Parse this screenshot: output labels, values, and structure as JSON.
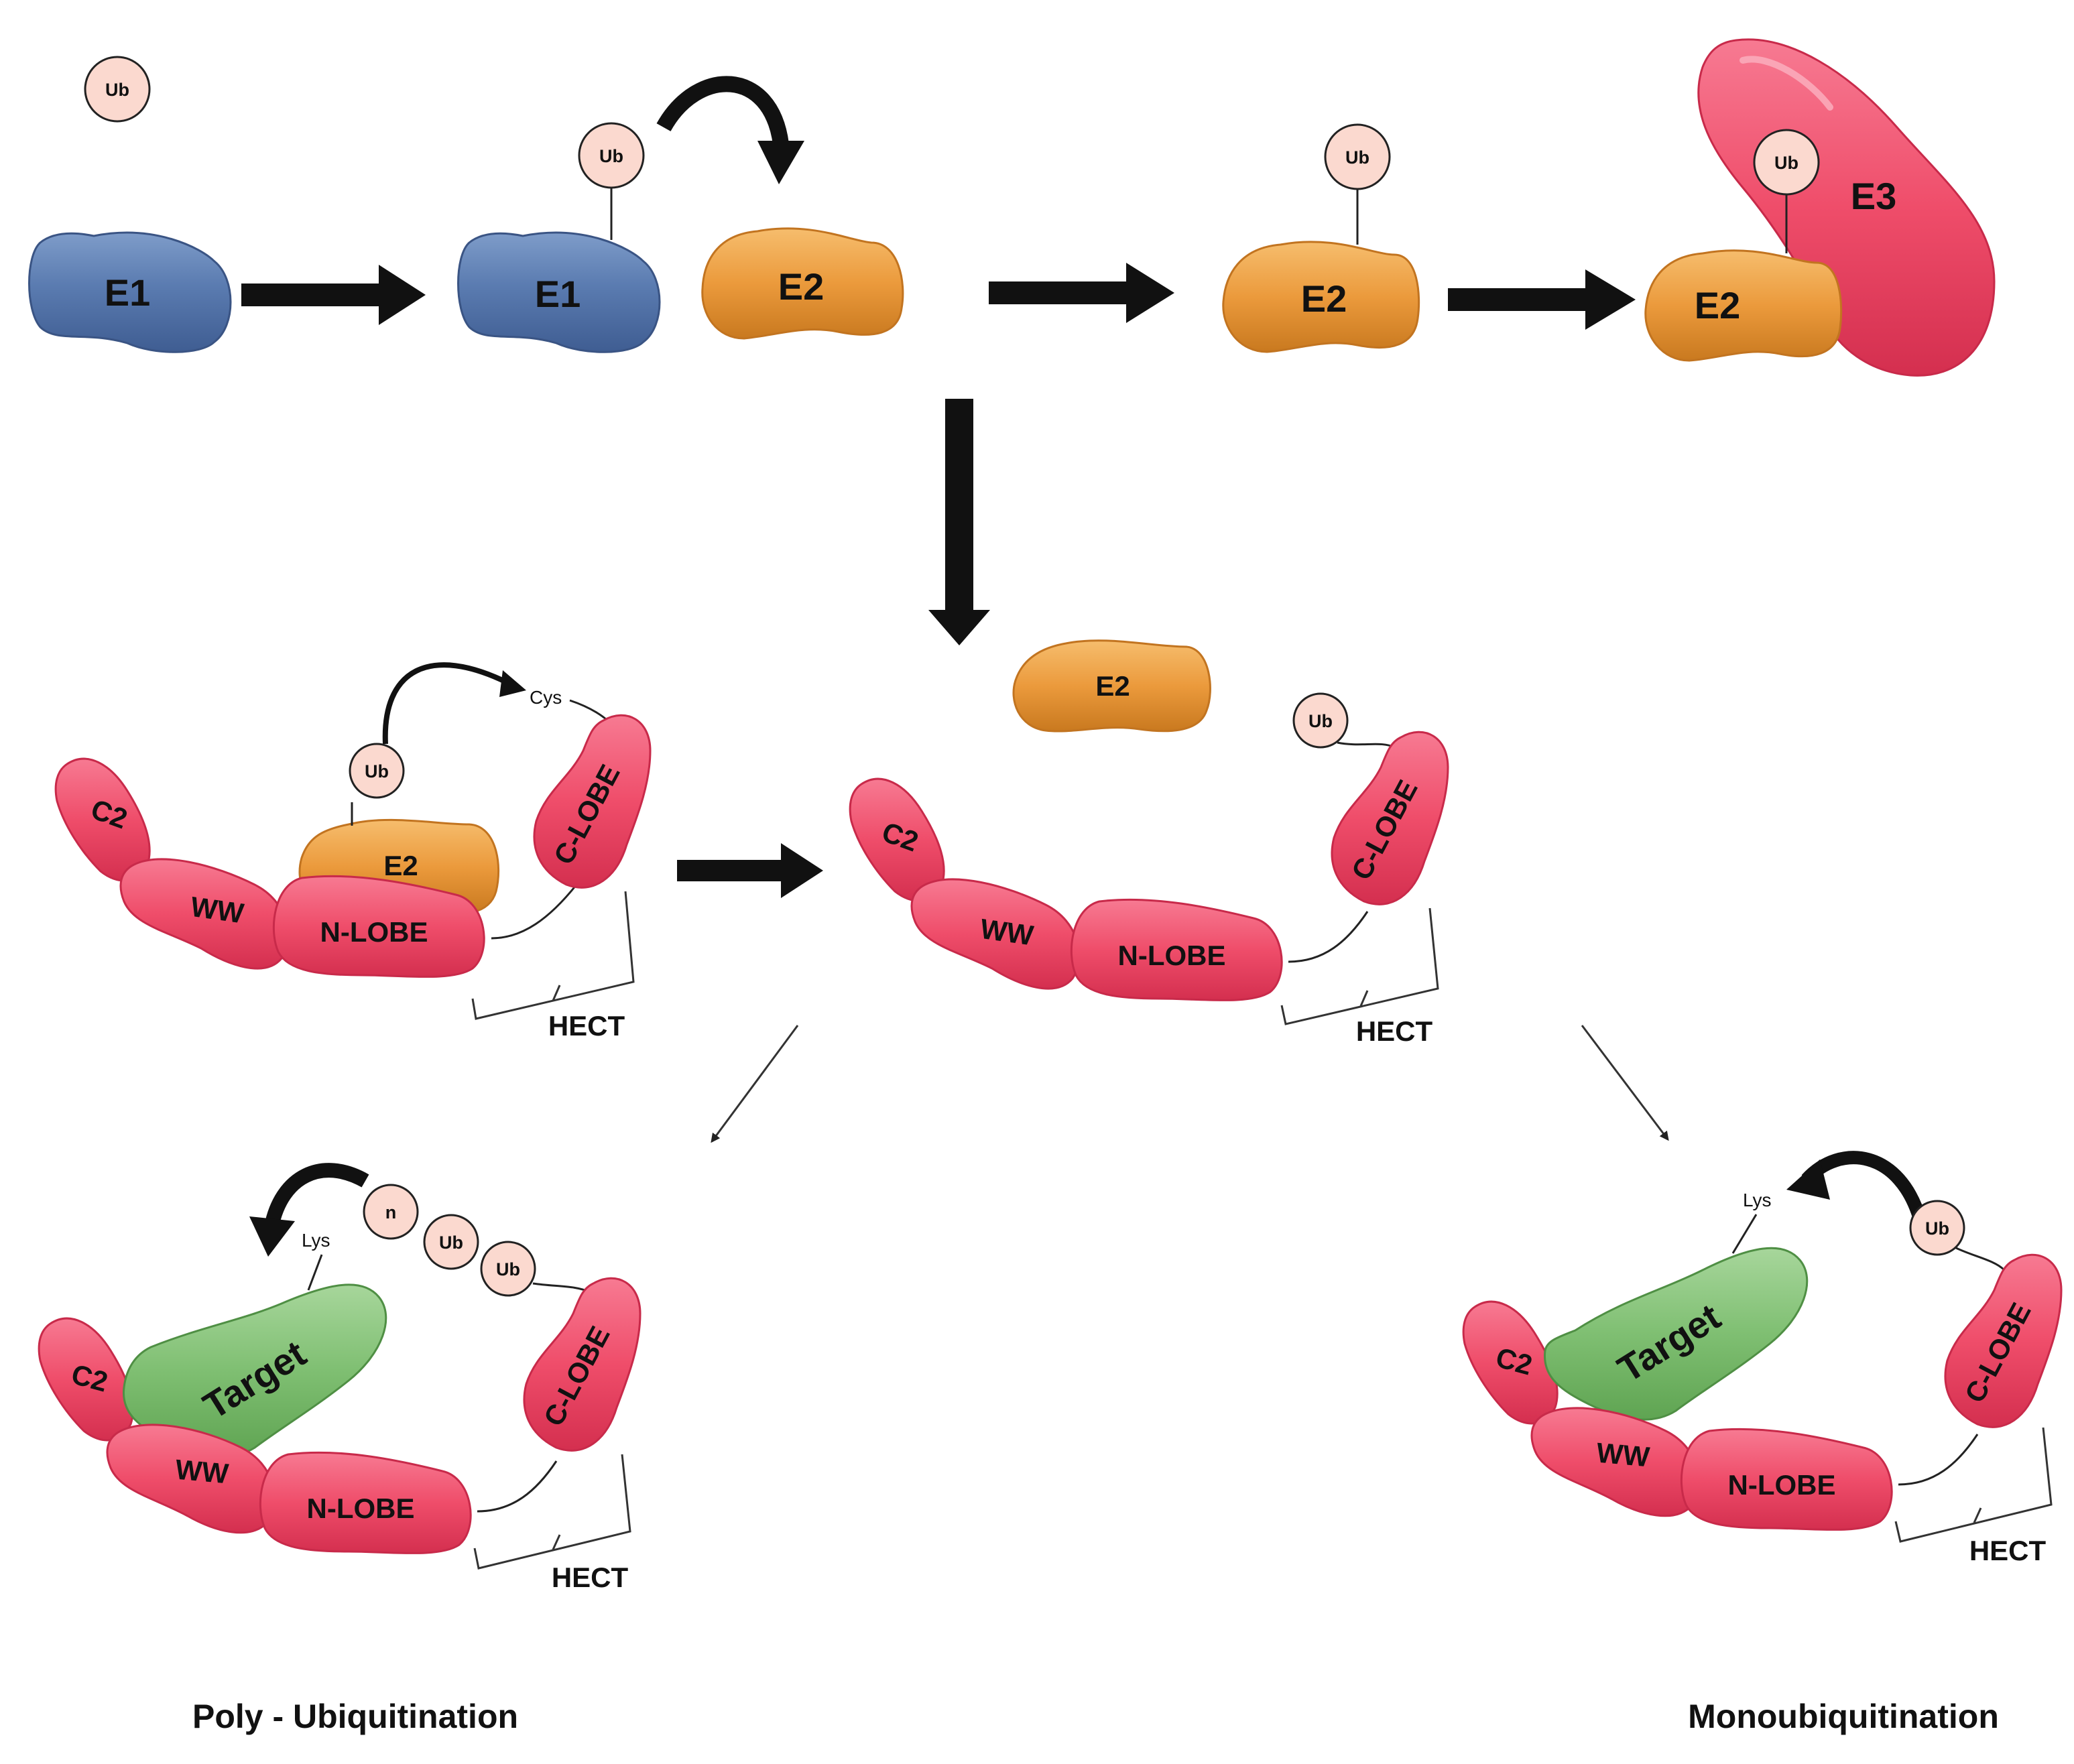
{
  "labels": {
    "ub": "Ub",
    "e1": "E1",
    "e2": "E2",
    "e3": "E3",
    "c2": "C2",
    "ww": "WW",
    "n_lobe": "N-LOBE",
    "c_lobe": "C-LOBE",
    "hect": "HECT",
    "cys": "Cys",
    "lys": "Lys",
    "target": "Target",
    "n": "n"
  },
  "captions": {
    "poly": "Poly - Ubiquitination",
    "mono": "Monoubiquitination"
  },
  "colors": {
    "e1": "#5a7bb0",
    "e2": "#eb9a3c",
    "e3": "#ef4d6a",
    "hect_domain": "#ef4d6a",
    "target": "#7fbf72",
    "ub": "#fbd9cf"
  }
}
